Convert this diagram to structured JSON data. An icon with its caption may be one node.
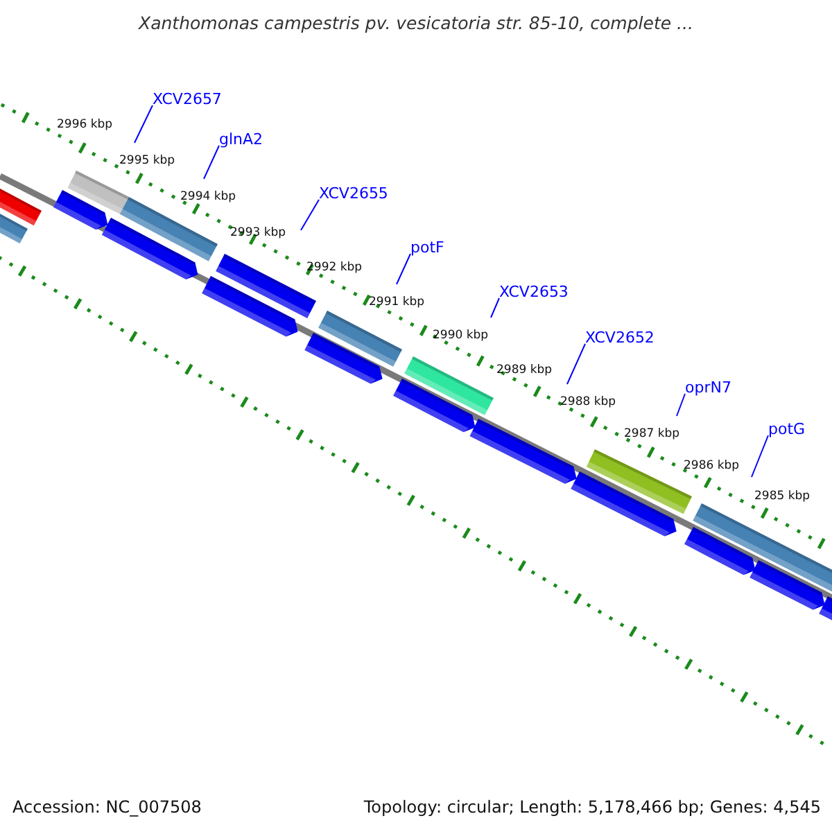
{
  "diagram": {
    "title": "Xanthomonas campestris pv. vesicatoria str. 85-10, complete ...",
    "nodes": [
      {
        "text": [
          "XCV2657"
        ]
      },
      {
        "text": [
          "glnA2"
        ]
      },
      {
        "text": [
          "XCV2655"
        ]
      },
      {
        "text": [
          "potF"
        ]
      },
      {
        "text": [
          "XCV2653"
        ]
      },
      {
        "text": [
          "XCV2652"
        ]
      },
      {
        "text": [
          "oprN7"
        ]
      },
      {
        "text": [
          "potG"
        ]
      }
    ],
    "edges": [
      {
        "from": 0,
        "to": null,
        "arrow": "none"
      },
      {
        "from": 1,
        "to": null,
        "arrow": "none"
      },
      {
        "from": 2,
        "to": null,
        "arrow": "none"
      },
      {
        "from": 3,
        "to": null,
        "arrow": "none"
      },
      {
        "from": 4,
        "to": null,
        "arrow": "none"
      },
      {
        "from": 5,
        "to": null,
        "arrow": "none"
      },
      {
        "from": 6,
        "to": null,
        "arrow": "none"
      },
      {
        "from": 7,
        "to": null,
        "arrow": "none"
      }
    ],
    "labels": [
      "2996 kbp",
      "2995 kbp",
      "2994 kbp",
      "2993 kbp",
      "2992 kbp",
      "2991 kbp",
      "2990 kbp",
      "2989 kbp",
      "2988 kbp",
      "2987 kbp",
      "2986 kbp",
      "2985 kbp",
      "Accession: NC_007508",
      "Topology: circular; Length: 5,178,466 bp; Genes: 4,545"
    ]
  }
}
